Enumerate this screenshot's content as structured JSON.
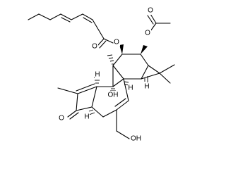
{
  "labels": {
    "ester_oxygen_1": "O",
    "carbonyl_oxygen_1": "O",
    "ester_oxygen_2": "O",
    "carbonyl_oxygen_2": "O",
    "hydroxyl_ring": "OH",
    "ketone_oxygen": "O",
    "hydroxymethyl_oh": "OH",
    "stereo_h_1": "H",
    "stereo_h_2": "H",
    "stereo_h_3": "H",
    "stereo_h_4": "H"
  },
  "colors": {
    "ink": "#000000",
    "background": "#ffffff"
  }
}
